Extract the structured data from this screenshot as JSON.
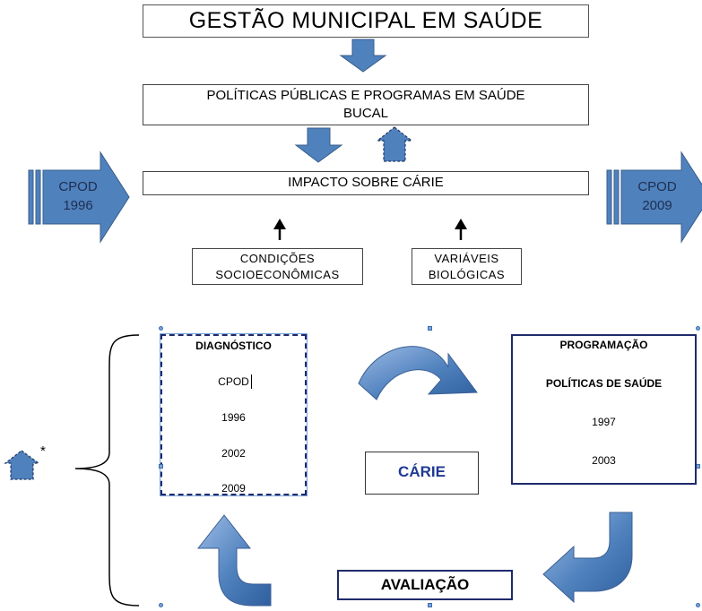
{
  "top": {
    "title": "GESTÃO MUNICIPAL EM SAÚDE",
    "policies_line1": "POLÍTICAS PÚBLICAS E PROGRAMAS EM SAÚDE",
    "policies_line2": "BUCAL",
    "impact": "IMPACTO SOBRE CÁRIE",
    "left_arrow_line1": "CPOD",
    "left_arrow_line2": "1996",
    "right_arrow_line1": "CPOD",
    "right_arrow_line2": "2009",
    "socio_line1": "CONDIÇÕES",
    "socio_line2": "SOCIOECONÔMICAS",
    "bio_line1": "VARIÁVEIS",
    "bio_line2": "BIOLÓGICAS"
  },
  "cycle": {
    "diagnostic": {
      "title": "DIAGNÓSTICO",
      "items": [
        "CPOD",
        "1996",
        "2002",
        "2009"
      ]
    },
    "programming": {
      "title": "PROGRAMAÇÃO",
      "subtitle": "POLÍTICAS DE SAÚDE",
      "items": [
        "1997",
        "2003"
      ]
    },
    "center": "CÁRIE",
    "evaluation": "AVALIAÇÃO",
    "asterisk": "*"
  },
  "colors": {
    "arrow_fill": "#4f81bd",
    "arrow_stroke": "#385d8a",
    "navy_border": "#1f2a6b",
    "center_text": "#1f3a93"
  }
}
